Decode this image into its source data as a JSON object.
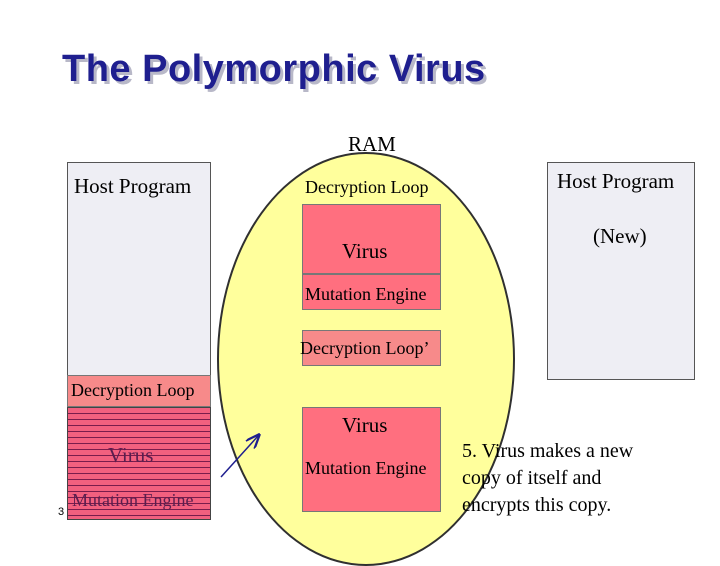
{
  "title": "The Polymorphic Virus",
  "ram": {
    "label": "RAM"
  },
  "left_stack": {
    "host_program": "Host Program",
    "decryption_loop": "Decryption Loop",
    "virus": "Virus",
    "mutation_engine": "Mutation Engine"
  },
  "ram_contents": {
    "decryption_loop": "Decryption Loop",
    "virus": "Virus",
    "mutation_engine": "Mutation Engine",
    "new_decryption_loop": "Decryption Loop’",
    "copy_virus": "Virus",
    "copy_mutation_engine": "Mutation Engine"
  },
  "right_stack": {
    "host_program": "Host Program",
    "new_tag": "(New)"
  },
  "note": {
    "lines": [
      "5. Virus makes a new",
      "copy of itself and",
      "encrypts this copy."
    ]
  },
  "slide_number": "3",
  "colors": {
    "title": "#1f1f8f",
    "ram_fill": "#ffff9c",
    "virus_fill": "#ff6f7f",
    "decryption_fill": "#f78a8a",
    "host_fill": "#eeeef4",
    "arrow": "#1f1f8f"
  }
}
